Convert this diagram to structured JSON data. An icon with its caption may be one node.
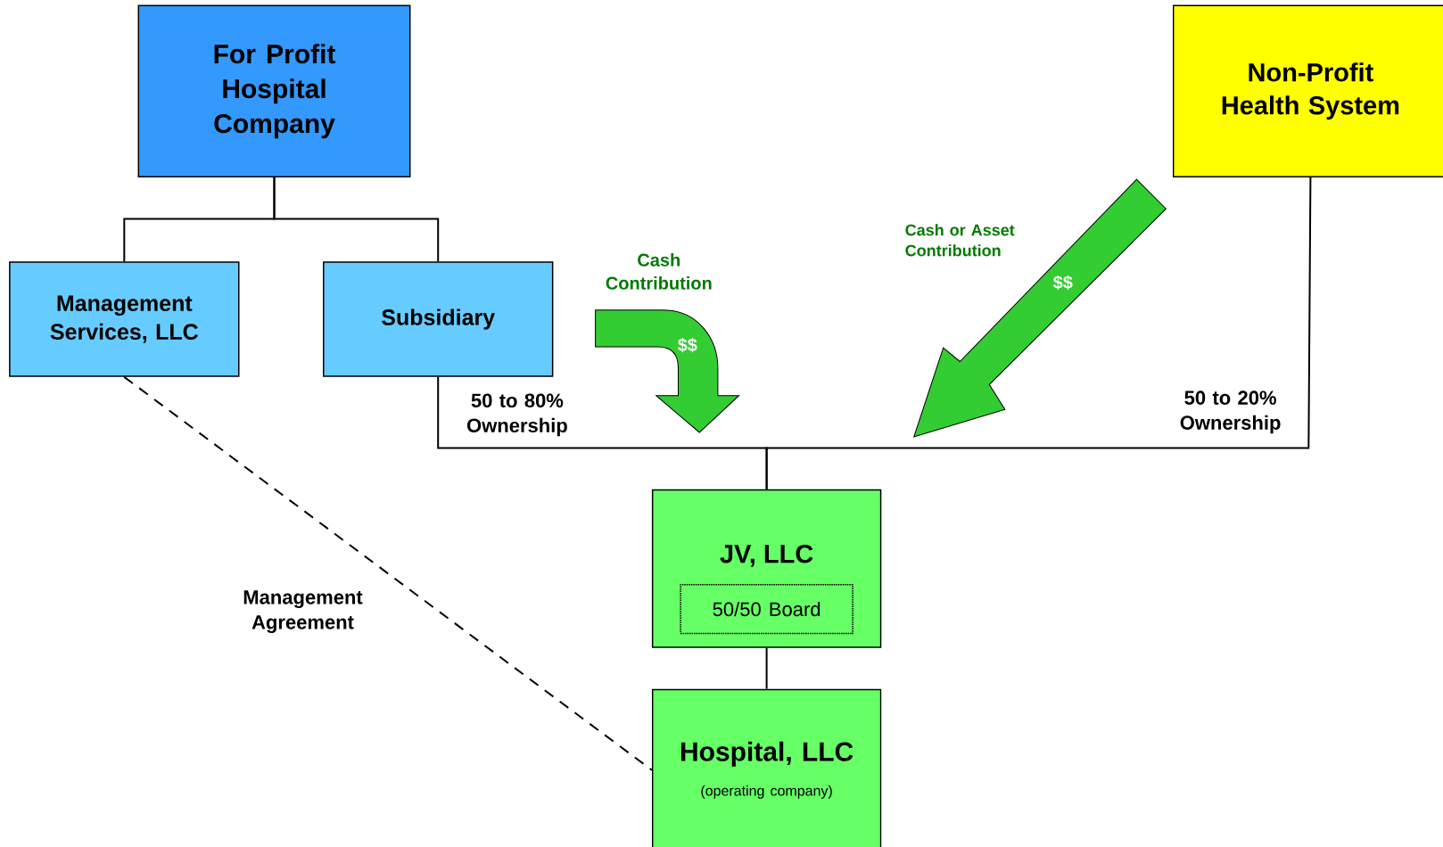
{
  "diagram": {
    "nodes": [
      {
        "text": [
          "For Profit Hospital Company"
        ]
      },
      {
        "text": [
          "Management Services, LLC"
        ]
      },
      {
        "text": [
          "Subsidiary"
        ]
      },
      {
        "text": [
          "Non-Profit Health System"
        ]
      },
      {
        "text": [
          "JV, LLC"
        ]
      },
      {
        "text": [
          "50/50 Board"
        ],
        "in": 4
      },
      {
        "text": [
          "Hospital, LLC",
          "(operating company)"
        ]
      },
      {
        "text": [
          "$$"
        ],
        "beside": [
          "Cash Contribution"
        ]
      },
      {
        "text": [
          "$$"
        ],
        "beside": [
          "Cash or Asset Contribution"
        ]
      }
    ],
    "edges": [
      {
        "from": 0,
        "to": 1,
        "arrow": "none"
      },
      {
        "from": 0,
        "to": 2,
        "arrow": "none"
      },
      {
        "from": 2,
        "to": 4,
        "arrow": "none",
        "label": "50 to 80% Ownership"
      },
      {
        "from": 3,
        "to": 4,
        "arrow": "none",
        "label": "50 to 20% Ownership"
      },
      {
        "from": 4,
        "to": 6,
        "arrow": "none"
      },
      {
        "from": 1,
        "to": 6,
        "arrow": "none",
        "style": "dashed",
        "label": "Management Agreement"
      }
    ]
  }
}
